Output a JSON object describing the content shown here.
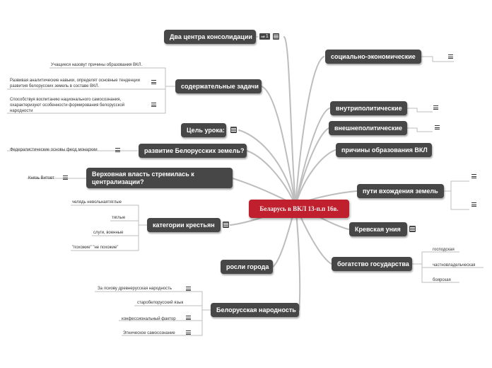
{
  "center": "Беларусь в ВКЛ 13-п.п 16в.",
  "nodes": {
    "dva_centra": "Два центра консолидации",
    "soderzh_zadachi": "содержательные задачи",
    "cel_uroka": "Цель урока:",
    "razvitie_zemel": "развитие Белорусских земель?",
    "verhovnaya_vlast": "Верховная власть стремилась к централизации?",
    "kategorii": "категории крестьян",
    "rosli_goroda": "росли города",
    "bel_narodnost": "Белорусская народность",
    "soc_econ": "социально-экономические",
    "vnutripolit": "внутриполитические",
    "vneshnepolit": "внешнеполитические",
    "prichiny_vkl": "причины образования ВКЛ",
    "puti_vhozhdeniya": "пути вхождения земель",
    "krevskaya_uniya": "Кревская уния",
    "bogatstvo": "богатство государства"
  },
  "badge_count": "1",
  "leaves": {
    "zadachi": [
      "Учащиеся назовут причины образования ВКЛ.",
      "Развивая аналитические навыки, определят основные тенденции развития белорусских земель в составе ВКЛ.",
      "Способствуя воспитанию национального самосознания, охарактеризуют особенности формирования белорусской народности"
    ],
    "razvitie": "Федералистические основы  феод монархии",
    "vlast": "Князь Витовт",
    "kategorii": [
      "челядь невольнаятяглые",
      "тяглые",
      "слуги, военные",
      "\"похожие\" \"не похожие\""
    ],
    "narodnost": [
      "За лсиову древнерусская народность",
      "старобелорусский язык",
      "конфессиональный фактор",
      "Этническое самосознание"
    ],
    "bogatstvo": [
      "господская",
      "частновладельческая",
      "боярская"
    ]
  },
  "colors": {
    "node": "#474747",
    "center": "#c0202e",
    "line": "#bbbbbb"
  }
}
